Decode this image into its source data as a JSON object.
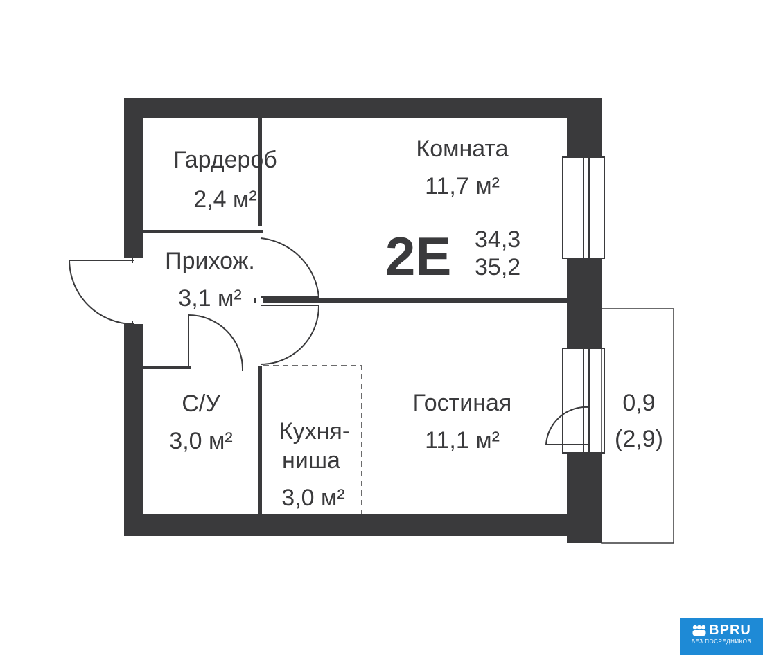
{
  "plan": {
    "code": "2E",
    "area_total": "34,3",
    "area_full": "35,2",
    "rooms": [
      {
        "name": "Гардероб",
        "area": "2,4 м²"
      },
      {
        "name": "Комната",
        "area": "11,7 м²"
      },
      {
        "name": "Прихож.",
        "area": "3,1 м²"
      },
      {
        "name": "С/У",
        "area": "3,0 м²"
      },
      {
        "name": "Кухня-",
        "name2": "ниша",
        "area": "3,0 м²"
      },
      {
        "name": "Гостиная",
        "area": "11,1 м²"
      }
    ],
    "balcony": {
      "area": "0,9",
      "area_full": "(2,9)"
    }
  },
  "logo": {
    "brand": "BPRU",
    "tagline": "БЕЗ ПОСРЕДНИКОВ"
  },
  "colors": {
    "wall": "#3a3a3c",
    "text": "#3a3a3c",
    "logo_bg": "#1e8ad6"
  }
}
